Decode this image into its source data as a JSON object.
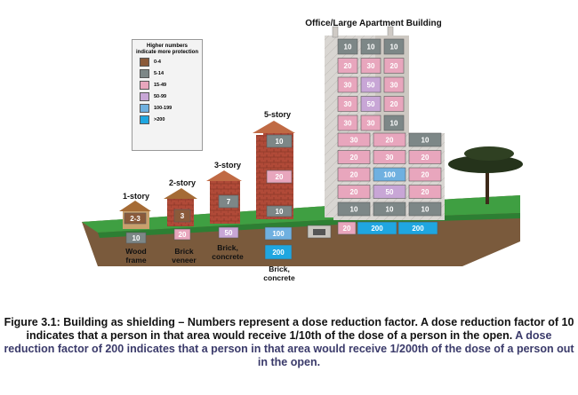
{
  "legend": {
    "title": "Higher numbers indicate more protection",
    "items": [
      {
        "range": "0-4",
        "color": "#8a5a3a"
      },
      {
        "range": "5-14",
        "color": "#7d8787"
      },
      {
        "range": "15-49",
        "color": "#e8a6bd"
      },
      {
        "range": "50-99",
        "color": "#c8a6d6"
      },
      {
        "range": "100-199",
        "color": "#6fb0e0"
      },
      {
        "range": ">200",
        "color": "#1fa6e0"
      }
    ]
  },
  "buildings": {
    "office": {
      "title": "Office/Large Apartment Building",
      "tower_rows": [
        [
          "10",
          "10",
          "10"
        ],
        [
          "20",
          "30",
          "20"
        ],
        [
          "30",
          "50",
          "30"
        ],
        [
          "30",
          "50",
          "20"
        ],
        [
          "30",
          "30",
          "10"
        ]
      ],
      "wing_rows": [
        [
          "30",
          "20",
          "10"
        ],
        [
          "20",
          "30",
          "20"
        ],
        [
          "20",
          "100",
          "20"
        ],
        [
          "20",
          "50",
          "20"
        ],
        [
          "10",
          "10",
          "10"
        ]
      ],
      "basement": [
        "20",
        "200",
        "200"
      ]
    },
    "five_story": {
      "title": "5-story",
      "values": [
        "10",
        "20",
        "10"
      ],
      "basement": [
        "100",
        "200"
      ],
      "caption": [
        "Brick,",
        "concrete"
      ]
    },
    "three_story": {
      "title": "3-story",
      "values": [
        "7"
      ],
      "basement": "50",
      "caption": [
        "Brick,",
        "concrete"
      ]
    },
    "two_story": {
      "title": "2-story",
      "values": [
        "3"
      ],
      "basement": "20",
      "caption": [
        "Brick",
        "veneer"
      ]
    },
    "one_story": {
      "title": "1-story",
      "values": [
        "2-3"
      ],
      "basement": "10",
      "caption": [
        "Wood",
        "frame"
      ]
    }
  },
  "caption": {
    "bold": "Figure 3.1: Building as shielding – Numbers represent a dose reduction factor. A dose reduction factor of 10 indicates that a person in that area would receive 1/10th of the dose of a person in the open.",
    "blue": " A dose reduction factor of 200 indicates that a person in that area would receive 1/200th of the dose of a person out in the open."
  }
}
